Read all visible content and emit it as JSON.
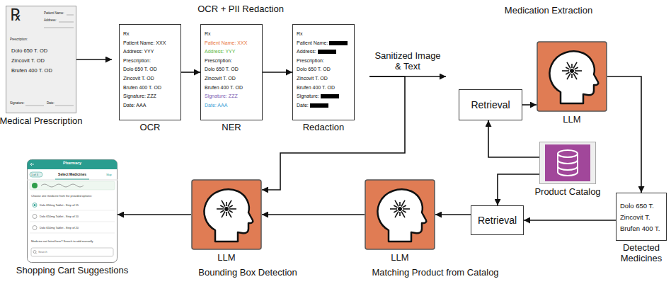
{
  "diagram": {
    "nodes": [
      {
        "text": [
          "Medical Prescription",
          "℞",
          "Patient Name:",
          "Address:",
          "Prescription:",
          "Dolo 650 T. OD",
          "Zincovit T. OD",
          "Brufen 400 T. OD",
          "Signature:",
          "Date:"
        ]
      },
      {
        "text": [
          "OCR + PII Redaction"
        ]
      },
      {
        "text": [
          "OCR",
          "Rx",
          "Patient Name: XXX",
          "Address: YYY",
          "Prescription:",
          "Dolo 650 T. OD",
          "Zincovit T. OD",
          "Brufen 400 T. OD",
          "Signature: ZZZ",
          "Date: AAA"
        ],
        "in": 1
      },
      {
        "text": [
          "NER",
          "Rx",
          "Patient Name: XXX",
          "Address: YYY",
          "Prescription:",
          "Dolo 650 T. OD",
          "Zincovit T. OD",
          "Brufen 400 T. OD",
          "Signature: ZZZ",
          "Date: AAA"
        ],
        "in": 1
      },
      {
        "text": [
          "Redaction",
          "Rx",
          "Patient Name:",
          "Address:",
          "Prescription:",
          "Dolo 650 T. OD",
          "Zincovit T. OD",
          "Brufen 400 T. OD",
          "Signature:",
          "Date:"
        ],
        "in": 1
      },
      {
        "text": [
          "Medication Extraction"
        ]
      },
      {
        "text": [
          "Retrieval"
        ],
        "in": 5
      },
      {
        "text": [
          "LLM"
        ],
        "in": 5
      },
      {
        "text": [
          "Product Catalog"
        ]
      },
      {
        "text": [
          "Detected Medicines",
          "Dolo 650 T.",
          "Zincovit T.",
          "Brufen 400 T."
        ]
      },
      {
        "text": [
          "Matching Product from Catalog"
        ]
      },
      {
        "text": [
          "LLM"
        ],
        "in": 10
      },
      {
        "text": [
          "Retrieval"
        ],
        "in": 10
      },
      {
        "text": [
          "Bounding Box Detection"
        ]
      },
      {
        "text": [
          "LLM"
        ],
        "in": 13
      },
      {
        "text": [
          "Shopping Cart Suggestions",
          "Pharmacy",
          "1 of 3",
          "Select Medicines",
          "Skip",
          "Choose one medicine from the provided options:",
          "Dolo 650mg Tablet - Strip of 15",
          "Dolo 650mg Tablet - Strip of 10",
          "Dolo 650mg Tablet - Strip of 20",
          "Medicine not listed here? Search to add manually",
          "Search"
        ]
      }
    ],
    "edges": [
      {
        "from": 0,
        "to": 1,
        "arrow": "to"
      },
      {
        "from": 2,
        "to": 3,
        "arrow": "to"
      },
      {
        "from": 3,
        "to": 4,
        "arrow": "to"
      },
      {
        "from": 1,
        "to": 5,
        "label": "Sanitized Image & Text",
        "arrow": "to"
      },
      {
        "from": 1,
        "to": 14,
        "arrow": "to"
      },
      {
        "from": 6,
        "to": 7,
        "arrow": "to"
      },
      {
        "from": 7,
        "to": 9,
        "arrow": "to"
      },
      {
        "from": 8,
        "to": 6,
        "arrow": "to"
      },
      {
        "from": 8,
        "to": 12,
        "arrow": "to"
      },
      {
        "from": 9,
        "to": 12,
        "arrow": "to"
      },
      {
        "from": 12,
        "to": 11,
        "arrow": "to"
      },
      {
        "from": 11,
        "to": 14,
        "arrow": "to"
      },
      {
        "from": 14,
        "to": 15,
        "arrow": "to"
      }
    ]
  }
}
